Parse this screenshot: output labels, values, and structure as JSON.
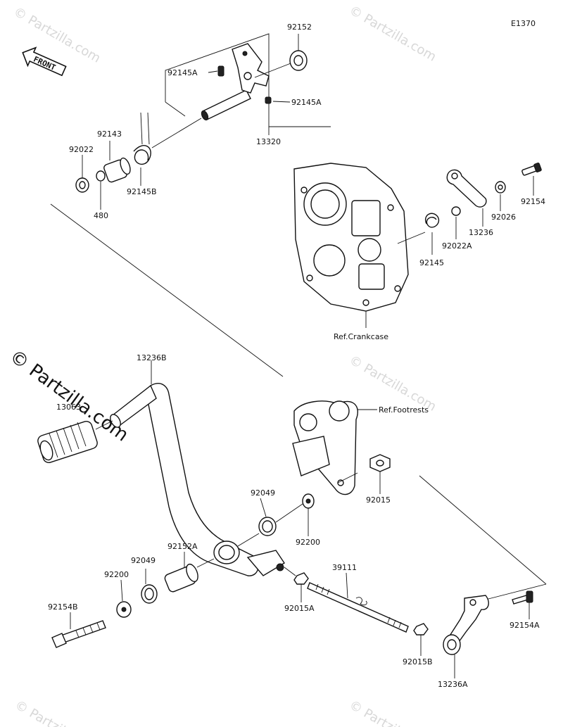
{
  "diagram_code": "E1370",
  "front_badge": "FRONT",
  "watermark_text": "© Partzilla.com",
  "parts": [
    {
      "id": "92152",
      "label": "92152"
    },
    {
      "id": "92145A-upper",
      "label": "92145A"
    },
    {
      "id": "92145A-lower",
      "label": "92145A"
    },
    {
      "id": "13320",
      "label": "13320"
    },
    {
      "id": "92143",
      "label": "92143"
    },
    {
      "id": "92022",
      "label": "92022"
    },
    {
      "id": "480",
      "label": "480"
    },
    {
      "id": "92145B",
      "label": "92145B"
    },
    {
      "id": "92154",
      "label": "92154"
    },
    {
      "id": "92026",
      "label": "92026"
    },
    {
      "id": "13236",
      "label": "13236"
    },
    {
      "id": "92022A",
      "label": "92022A"
    },
    {
      "id": "92145",
      "label": "92145"
    },
    {
      "id": "ref-crankcase",
      "label": "Ref.Crankcase"
    },
    {
      "id": "13236B",
      "label": "13236B"
    },
    {
      "id": "13063",
      "label": "13063"
    },
    {
      "id": "ref-footrests",
      "label": "Ref.Footrests"
    },
    {
      "id": "92015",
      "label": "92015"
    },
    {
      "id": "92049-upper",
      "label": "92049"
    },
    {
      "id": "92200-upper",
      "label": "92200"
    },
    {
      "id": "92152A",
      "label": "92152A"
    },
    {
      "id": "92049-lower",
      "label": "92049"
    },
    {
      "id": "92200-lower",
      "label": "92200"
    },
    {
      "id": "39111",
      "label": "39111"
    },
    {
      "id": "92154B",
      "label": "92154B"
    },
    {
      "id": "92015A",
      "label": "92015A"
    },
    {
      "id": "92015B",
      "label": "92015B"
    },
    {
      "id": "92154A",
      "label": "92154A"
    },
    {
      "id": "13236A",
      "label": "13236A"
    }
  ]
}
